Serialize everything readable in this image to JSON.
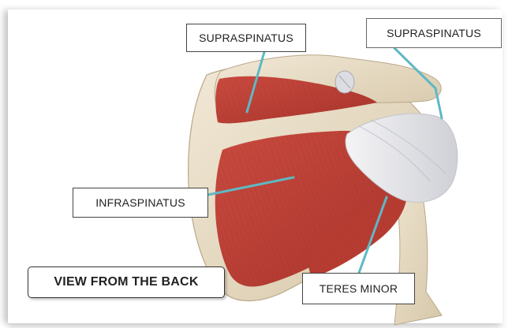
{
  "labels": {
    "supraspinatus_1": "SUPRASPINATUS",
    "supraspinatus_2": "SUPRASPINATUS",
    "infraspinatus": "INFRASPINATUS",
    "teres_minor": "TERES MINOR",
    "view": "VIEW FROM THE BACK"
  },
  "colors": {
    "muscle": "#c8473c",
    "muscle_dark": "#a33229",
    "bone": "#e8dcc4",
    "tendon": "#e7e7ea",
    "leader_line": "#5fb8c4"
  }
}
